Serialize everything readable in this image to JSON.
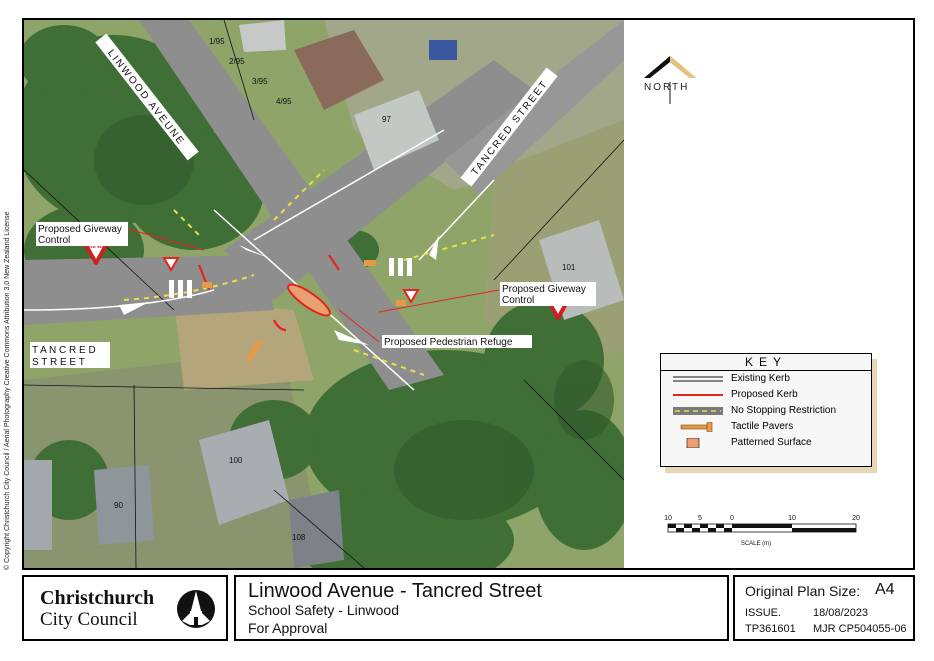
{
  "map": {
    "street_labels": [
      "LINWOOD AVEUNE",
      "TANCRED STREET"
    ],
    "tancred_left": [
      "T A N C R E D",
      "S T R E E T"
    ],
    "property_numbers": [
      "1/95",
      "2/95",
      "3/95",
      "4/95",
      "97",
      "101",
      "100",
      "90",
      "108"
    ],
    "callouts": {
      "giveway_left": [
        "Proposed Giveway",
        "Control"
      ],
      "giveway_right": [
        "Proposed Giveway",
        "Control"
      ],
      "refuge": "Proposed Pedestrian Refuge"
    },
    "sign_text": "GIVE WAY",
    "copyright": "© Copyright Christchurch City Council / Aerial Photography Creative Commons Attribution 3.0 New Zealand License"
  },
  "north_label": "NORTH",
  "key": {
    "title": "KEY",
    "items": [
      "Existing Kerb",
      "Proposed Kerb",
      "No Stopping Restriction",
      "Tactile Pavers",
      "Patterned Surface"
    ]
  },
  "scale": {
    "ticks": [
      "10",
      "5",
      "0",
      "10",
      "20"
    ],
    "label": "SCALE (m)"
  },
  "logo": {
    "line1": "Christchurch",
    "line2": "City Council"
  },
  "title_block": {
    "title": "Linwood Avenue - Tancred Street",
    "subtitle": "School Safety - Linwood",
    "status": "For Approval"
  },
  "info": {
    "plan_size_label": "Original Plan Size:",
    "plan_size": "A4",
    "issue_label": "ISSUE.",
    "date": "18/08/2023",
    "plan_no": "TP361601",
    "ref": "MJR CP504055-06"
  },
  "colors": {
    "proposed_kerb": "#e52420",
    "no_stopping": "#e8e04a",
    "tactile": "#e59a4a",
    "patterned": "#e8a070",
    "tree": "#3f6e36",
    "grass": "#8ea468",
    "road": "#8e8e8e"
  }
}
